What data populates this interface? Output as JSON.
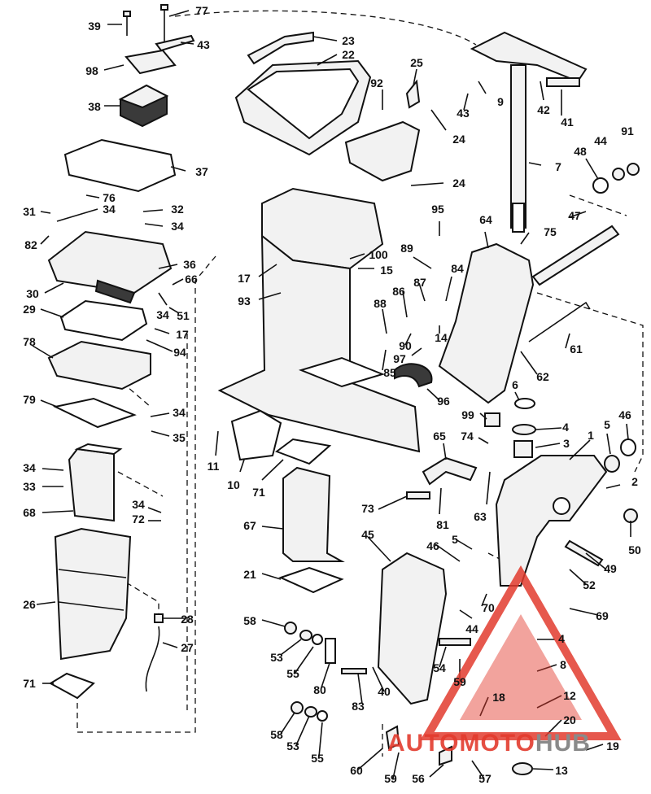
{
  "labels": [
    "39",
    "77",
    "43",
    "98",
    "23",
    "22",
    "92",
    "25",
    "43",
    "9",
    "42",
    "41",
    "38",
    "24",
    "91",
    "44",
    "48",
    "37",
    "7",
    "24",
    "76",
    "31",
    "34",
    "32",
    "34",
    "82",
    "95",
    "47",
    "64",
    "75",
    "36",
    "100",
    "15",
    "89",
    "66",
    "30",
    "17",
    "87",
    "84",
    "86",
    "93",
    "51",
    "34",
    "29",
    "17",
    "88",
    "14",
    "61",
    "90",
    "78",
    "94",
    "97",
    "85",
    "62",
    "6",
    "79",
    "34",
    "96",
    "99",
    "35",
    "46",
    "74",
    "5",
    "4",
    "1",
    "65",
    "3",
    "11",
    "10",
    "71",
    "2",
    "34",
    "33",
    "73",
    "63",
    "81",
    "34",
    "72",
    "68",
    "50",
    "67",
    "45",
    "46",
    "5",
    "49",
    "52",
    "26",
    "21",
    "58",
    "28",
    "70",
    "69",
    "44",
    "27",
    "53",
    "55",
    "4",
    "54",
    "8",
    "80",
    "59",
    "71",
    "83",
    "40",
    "12",
    "18",
    "58",
    "20",
    "53",
    "19",
    "55",
    "60",
    "59",
    "56",
    "57",
    "13"
  ],
  "watermark": {
    "brand": "AUTOMOTOHUB",
    "brand_parts": [
      "AUTOMOTO",
      "HUB"
    ],
    "colors": {
      "red": "#e23b2e",
      "gray": "#8a8a8a",
      "triangle_fill": "#e23b2e"
    }
  }
}
